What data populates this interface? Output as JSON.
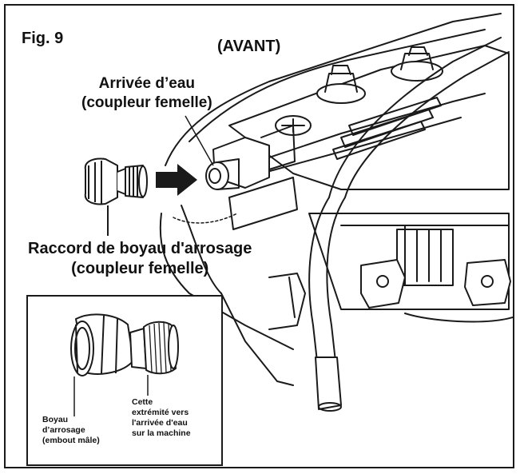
{
  "figure": {
    "label": "Fig. 9",
    "orientation_label": "(AVANT)",
    "water_inlet": {
      "line1": "Arrivée d’eau",
      "line2": "(coupleur femelle)"
    },
    "hose_connector": {
      "line1": "Raccord de boyau d'arrosage",
      "line2": "(coupleur femelle)"
    }
  },
  "inset": {
    "hose_label": {
      "line1": "Boyau",
      "line2": "d’arrosage",
      "line3": "(embout mâle)"
    },
    "end_label": {
      "line1": "Cette",
      "line2": "extrémité vers",
      "line3": "l'arrivée d'eau",
      "line4": "sur la machine"
    }
  },
  "colors": {
    "ink": "#1a1a1a",
    "paper": "#ffffff",
    "shading": "#d9d9d9"
  },
  "icons": [
    "arrow-right-icon",
    "hose-coupler-icon"
  ]
}
